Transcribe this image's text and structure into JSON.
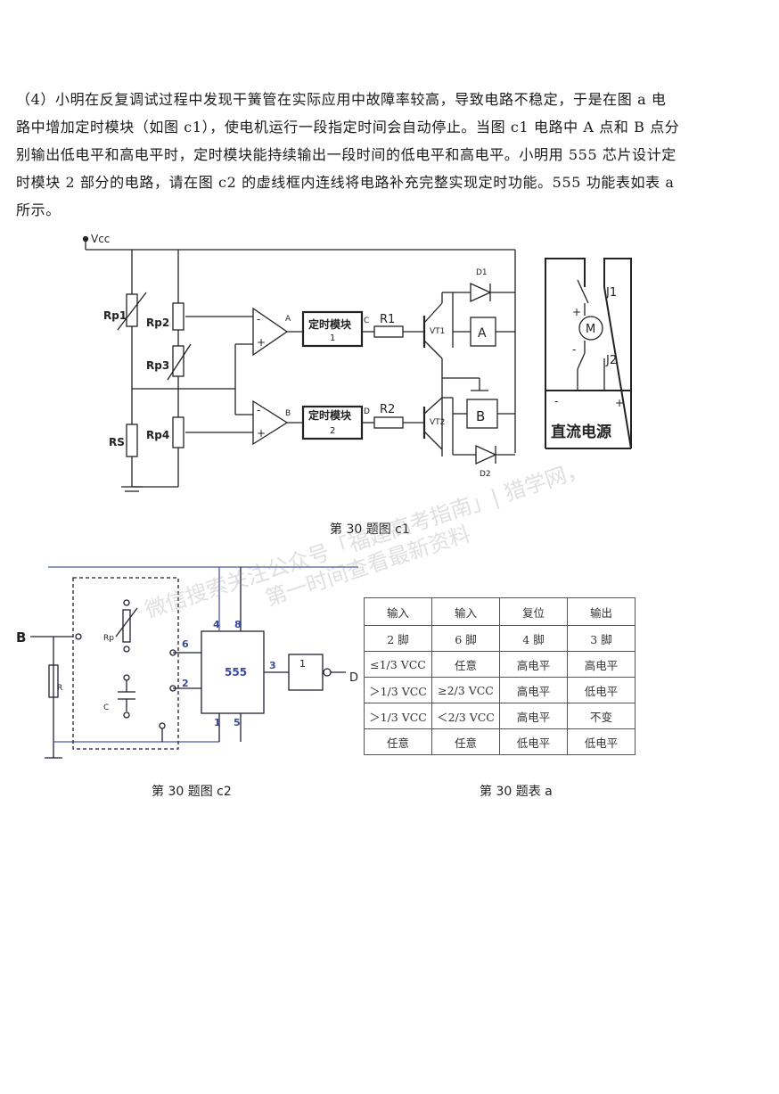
{
  "paragraph": [
    "（4）小明在反复调试过程中发现干簧管在实际应用中故障率较高，导致电路不稳定，于是在图 a 电",
    "路中增加定时模块（如图 c1），使电机运行一段指定时间会自动停止。当图 c1 电路中 A 点和 B 点分",
    "别输出低电平和高电平时，定时模块能持续输出一段时间的低电平和高电平。小明用 555 芯片设计定",
    "时模块 2 部分的电路，请在图 c2 的虚线框内连线将电路补充完整实现定时功能。555 功能表如表 a",
    "所示。"
  ],
  "fig_c1": {
    "vcc": "Vcc",
    "rp1": "Rp1",
    "rp2": "Rp2",
    "rp3": "Rp3",
    "rp4": "Rp4",
    "rs": "RS",
    "node_a": "A",
    "node_b": "B",
    "node_c": "C",
    "node_d": "D",
    "timer1_line1": "定时模块",
    "timer1_line2": "1",
    "timer2_line1": "定时模块",
    "timer2_line2": "2",
    "r1": "R1",
    "r2": "R2",
    "vt1": "VT1",
    "vt2": "VT2",
    "d1": "D1",
    "d2": "D2",
    "relay_a": "A",
    "relay_b": "B",
    "j1": "J1",
    "j2": "J2",
    "motor": "M",
    "plus": "+",
    "minus": "-",
    "op_minus": "-",
    "op_plus": "+",
    "power": "直流电源",
    "caption": "第 30 题图 c1"
  },
  "fig_c2": {
    "input_b": "B",
    "output_d": "D",
    "r": "R",
    "rp": "Rp",
    "c": "C",
    "chip": "555",
    "pin4": "4",
    "pin8": "8",
    "pin6": "6",
    "pin2": "2",
    "pin3": "3",
    "pin1": "1",
    "pin5": "5",
    "gate": "1",
    "caption": "第 30 题图 c2"
  },
  "table_a": {
    "headers": [
      "输入",
      "输入",
      "复位",
      "输出"
    ],
    "rows": [
      [
        "2 脚",
        "6 脚",
        "4 脚",
        "3 脚"
      ],
      [
        "≤1/3 VCC",
        "任意",
        "高电平",
        "高电平"
      ],
      [
        "＞1/3 VCC",
        "≥2/3 VCC",
        "高电平",
        "低电平"
      ],
      [
        "＞1/3 VCC",
        "＜2/3 VCC",
        "高电平",
        "不变"
      ],
      [
        "任意",
        "任意",
        "低电平",
        "低电平"
      ]
    ],
    "caption": "第 30 题表 a"
  },
  "watermark": {
    "line1": "微信搜索关注公众号「福建高考指南」| 猎学网，",
    "line2": "第一时间查看最新资料"
  }
}
